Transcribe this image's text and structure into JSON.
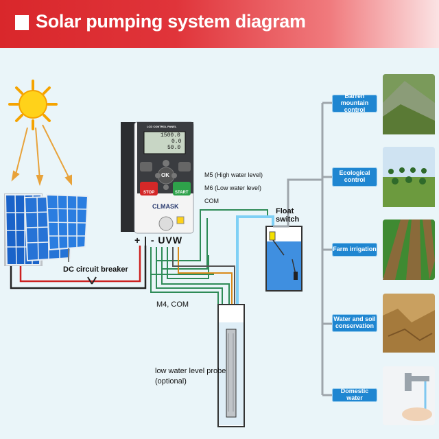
{
  "banner": {
    "title": "Solar pumping system diagram"
  },
  "vfd": {
    "panel_title": "LCD CONTROL PANEL",
    "display_lines": [
      "1500.0",
      "0.0",
      "50.0"
    ],
    "brand": "CLMASK",
    "stop_label": "STOP",
    "start_label": "START",
    "ok_label": "OK",
    "terminals": "+ | - UVW"
  },
  "labels": {
    "m5": "M5 (High water level)",
    "m6": "M6 (Low water level)",
    "com": "COM",
    "float_switch": "Float\nswitch",
    "dc_breaker": "DC circuit breaker",
    "m4_com": "M4, COM",
    "probe": "low water level probe\n(optional)"
  },
  "applications": [
    {
      "label": "Barren mountain control",
      "icon": "mountain-photo"
    },
    {
      "label": "Ecological control",
      "icon": "orchard-photo"
    },
    {
      "label": "Farm irrigation",
      "icon": "irrigation-photo"
    },
    {
      "label": "Water and soil conservation",
      "icon": "soil-photo"
    },
    {
      "label": "Domestic water",
      "icon": "faucet-photo"
    }
  ],
  "colors": {
    "banner": "#d9272b",
    "button": "#1f86d1",
    "wire_green": "#2e8b57",
    "wire_red": "#cc2020",
    "wire_orange": "#d98a1a"
  }
}
